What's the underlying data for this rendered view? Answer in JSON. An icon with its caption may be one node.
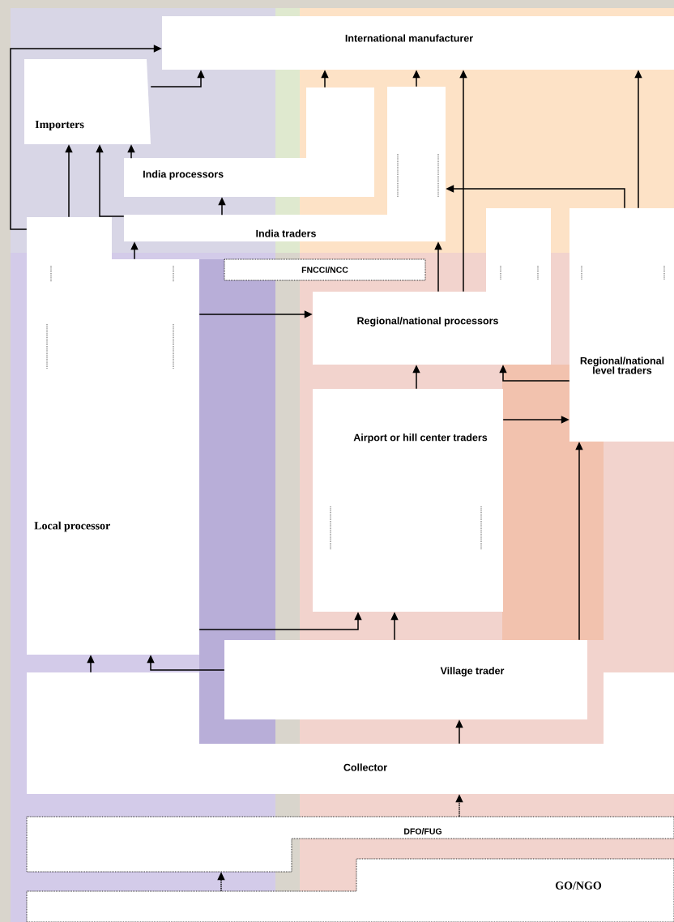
{
  "diagram": {
    "nodes": [
      {
        "text": [
          "International manufacturer"
        ]
      },
      {
        "text": [
          "Importers"
        ]
      },
      {
        "text": [
          "India processors"
        ]
      },
      {
        "text": [
          "India traders"
        ]
      },
      {
        "text": [
          "FNCCI/NCC"
        ]
      },
      {
        "text": [
          "Local processor"
        ]
      },
      {
        "text": [
          "Regional/national processors"
        ]
      },
      {
        "text": [
          "Regional/national level traders"
        ]
      },
      {
        "text": [
          "Airport or hill center traders"
        ]
      },
      {
        "text": [
          "Village trader"
        ]
      },
      {
        "text": [
          "Collector"
        ]
      },
      {
        "text": [
          "DFO/FUG"
        ]
      },
      {
        "text": [
          "GO/NGO"
        ]
      }
    ],
    "edges": [
      {
        "from": 5,
        "to": 0,
        "arrow": "to"
      },
      {
        "from": 1,
        "to": 0,
        "arrow": "to"
      },
      {
        "from": 5,
        "to": 1,
        "arrow": "to"
      },
      {
        "from": 3,
        "to": 1,
        "arrow": "to"
      },
      {
        "from": 2,
        "to": 1,
        "arrow": "to"
      },
      {
        "from": 3,
        "to": 2,
        "arrow": "to"
      },
      {
        "from": 5,
        "to": 3,
        "arrow": "to"
      },
      {
        "from": 2,
        "to": 0,
        "arrow": "to"
      },
      {
        "from": 3,
        "to": 0,
        "arrow": "to"
      },
      {
        "from": 6,
        "to": 0,
        "arrow": "to"
      },
      {
        "from": 7,
        "to": 0,
        "arrow": "to"
      },
      {
        "from": 7,
        "to": 3,
        "arrow": "to"
      },
      {
        "from": 6,
        "to": 3,
        "arrow": "to"
      },
      {
        "from": 5,
        "to": 6,
        "arrow": "to"
      },
      {
        "from": 8,
        "to": 6,
        "arrow": "to"
      },
      {
        "from": 7,
        "to": 6,
        "arrow": "to"
      },
      {
        "from": 8,
        "to": 7,
        "arrow": "to"
      },
      {
        "from": 9,
        "to": 7,
        "arrow": "to"
      },
      {
        "from": 5,
        "to": 8,
        "arrow": "to"
      },
      {
        "from": 9,
        "to": 8,
        "arrow": "to"
      },
      {
        "from": 10,
        "to": 5,
        "arrow": "to"
      },
      {
        "from": 9,
        "to": 5,
        "arrow": "to"
      },
      {
        "from": 10,
        "to": 9,
        "arrow": "to"
      },
      {
        "from": 11,
        "to": 10,
        "arrow": "to",
        "style": "dashed"
      },
      {
        "from": 12,
        "to": 11,
        "arrow": "to",
        "style": "dashed"
      }
    ]
  }
}
